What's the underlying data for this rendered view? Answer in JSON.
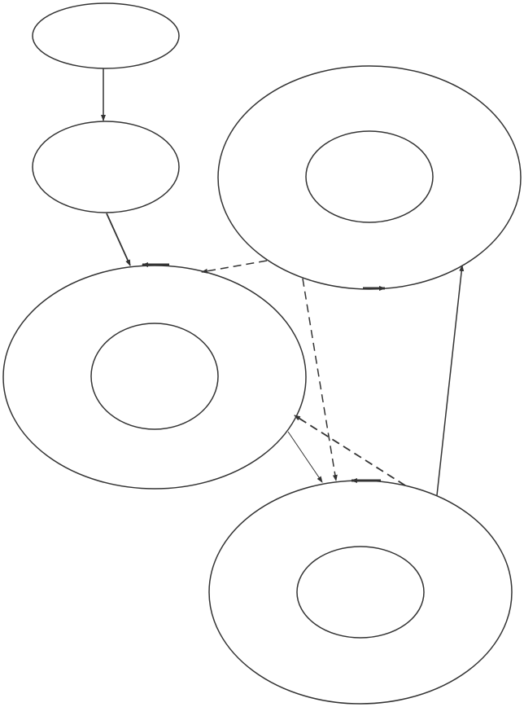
{
  "diagram": {
    "type": "directed-graph",
    "colors": {
      "stroke": "#333333",
      "background": "#ffffff"
    },
    "nodes": [
      {
        "id": "n-top-small",
        "label": "",
        "shape": "ellipse"
      },
      {
        "id": "n-mid-small",
        "label": "",
        "shape": "ellipse"
      },
      {
        "id": "n-left-outer",
        "label": "",
        "shape": "ellipse"
      },
      {
        "id": "n-left-inner",
        "label": "",
        "shape": "ellipse"
      },
      {
        "id": "n-right-outer",
        "label": "",
        "shape": "ellipse"
      },
      {
        "id": "n-right-inner",
        "label": "",
        "shape": "ellipse"
      },
      {
        "id": "n-bottom-outer",
        "label": "",
        "shape": "ellipse"
      },
      {
        "id": "n-bottom-inner",
        "label": "",
        "shape": "ellipse"
      }
    ],
    "edges": [
      {
        "id": "e1",
        "from": "n-top-small",
        "to": "n-mid-small",
        "style": "solid"
      },
      {
        "id": "e2",
        "from": "n-mid-small",
        "to": "n-left-outer",
        "style": "solid"
      },
      {
        "id": "e3",
        "from": "n-right-outer",
        "to": "n-left-outer",
        "style": "dashed"
      },
      {
        "id": "e4",
        "from": "n-right-outer",
        "to": "n-bottom-outer",
        "style": "dashed"
      },
      {
        "id": "e5",
        "from": "n-bottom-outer",
        "to": "n-left-outer",
        "style": "dashed"
      },
      {
        "id": "e6",
        "from": "n-left-outer",
        "to": "n-bottom-outer",
        "style": "solid"
      },
      {
        "id": "e7",
        "from": "n-bottom-outer",
        "to": "n-right-outer",
        "style": "solid"
      }
    ],
    "markers": [
      {
        "id": "m1",
        "on": "n-left-outer",
        "direction": "left"
      },
      {
        "id": "m2",
        "on": "n-right-outer",
        "direction": "right"
      },
      {
        "id": "m3",
        "on": "n-bottom-outer",
        "direction": "left"
      }
    ]
  }
}
